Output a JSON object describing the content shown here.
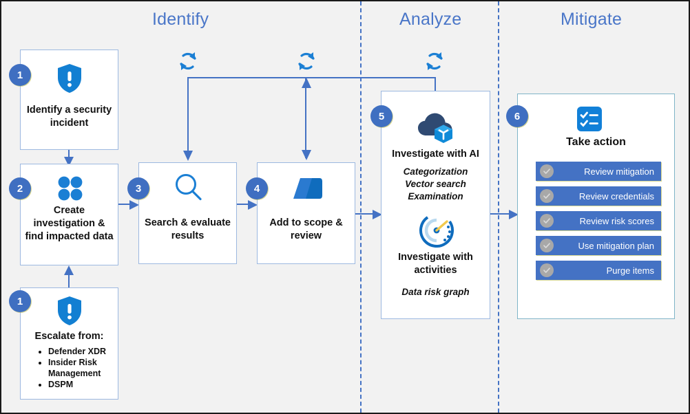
{
  "phases": [
    {
      "key": "identify",
      "label": "Identify"
    },
    {
      "key": "analyze",
      "label": "Analyze"
    },
    {
      "key": "mitigate",
      "label": "Mitigate"
    }
  ],
  "colors": {
    "accent": "#4472c4",
    "phase_title": "#4a76c8",
    "badge": "#3f6fc1",
    "button": "#4472c4",
    "canvas": "#f2f2f2",
    "node_border": "#9cb8e0",
    "teal_border": "#7fb4c7",
    "check_circle": "#a8a8a8",
    "cloud_dark": "#2f4a72"
  },
  "nodes": {
    "n1": {
      "number": "1",
      "title": "Identify a security incident",
      "icon": "shield-alert-icon"
    },
    "n2": {
      "number": "2",
      "title": "Create investigation & find impacted data",
      "icon": "four-dots-icon"
    },
    "n3": {
      "number": "3",
      "title": "Search & evaluate results",
      "icon": "magnifier-icon"
    },
    "n4": {
      "number": "4",
      "title": "Add to scope & review",
      "icon": "layers-icon"
    },
    "n5": {
      "number": "5",
      "ai_title": "Investigate with AI",
      "ai_sub": "Categorization\nVector search\nExamination",
      "ai_sub_lines": [
        "Categorization",
        "Vector search",
        "Examination"
      ],
      "ai_icon": "cloud-ai-cube-icon",
      "act_title": "Investigate with activities",
      "act_sub": "Data risk graph",
      "act_icon": "gauge-activity-icon"
    },
    "n6": {
      "number": "6",
      "title": "Take action",
      "icon": "checklist-icon"
    },
    "escalate": {
      "number": "1",
      "icon": "shield-alert-icon",
      "title": "Escalate from:",
      "items": [
        "Defender XDR",
        "Insider Risk Management",
        "DSPM"
      ]
    }
  },
  "actions": [
    {
      "label": "Review mitigation",
      "icon": "check-circle-icon"
    },
    {
      "label": "Review credentials",
      "icon": "check-circle-icon"
    },
    {
      "label": "Review risk scores",
      "icon": "check-circle-icon"
    },
    {
      "label": "Use mitigation plan",
      "icon": "check-circle-icon"
    },
    {
      "label": "Purge items",
      "icon": "check-circle-icon"
    }
  ],
  "loop_icons": [
    {
      "name": "refresh-loop-icon-1"
    },
    {
      "name": "refresh-loop-icon-2"
    },
    {
      "name": "refresh-loop-icon-3"
    }
  ]
}
